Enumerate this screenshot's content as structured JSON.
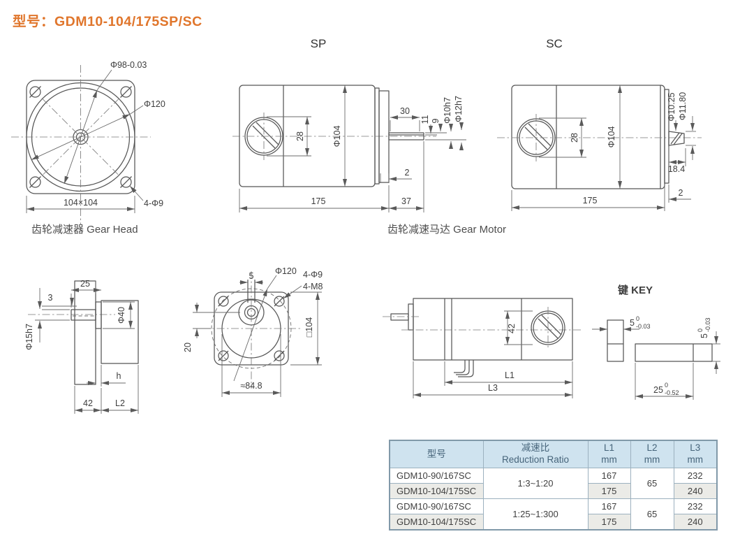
{
  "title": "型号：GDM10-104/175SP/SC",
  "labels": {
    "sp": "SP",
    "sc": "SC",
    "gear_head": "齿轮减速器 Gear Head",
    "gear_motor": "齿轮减速马达 Gear Motor",
    "key": "键  KEY"
  },
  "flange": {
    "spigot": "Φ98-0.03",
    "circle": "Φ120",
    "holes": "4-Φ9",
    "square": "104×104"
  },
  "sp": {
    "d28": "28",
    "d104": "Φ104",
    "d30": "30",
    "d11": "11",
    "d9": "9",
    "d10h7": "Φ10h7",
    "d12h7": "Φ12h7",
    "d2": "2",
    "d175": "175",
    "d37": "37"
  },
  "sc": {
    "d28": "28",
    "d104": "Φ104",
    "d1025": "Φ10.25",
    "d1180": "Φ11.80",
    "d184": "18.4",
    "d175": "175",
    "d2": "2"
  },
  "head": {
    "d25": "25",
    "d3": "3",
    "d40": "Φ40",
    "d15h7": "Φ15h7",
    "dh": "h",
    "d42": "42",
    "dl2": "L2"
  },
  "front": {
    "d5": "5",
    "d120": "Φ120",
    "holes": "4-Φ9",
    "taps": "4-M8",
    "d20": "20",
    "dsq": "□104",
    "d848": "≈84.8"
  },
  "motor": {
    "d42": "42",
    "dl1": "L1",
    "dl3": "L3"
  },
  "keydims": {
    "w": "5",
    "wt": "0",
    "wb": "-0.03",
    "h": "5",
    "ht": "0",
    "hb": "-0.03",
    "l": "25",
    "lt": "0",
    "lb": "-0.52"
  },
  "table": {
    "col_model": "型号",
    "col_ratio_cn": "减速比",
    "col_ratio_en": "Reduction Ratio",
    "col_l1": "L1",
    "col_l2": "L2",
    "col_l3": "L3",
    "unit": "mm",
    "groups": [
      {
        "ratio": "1:3~1:20",
        "l2": "65",
        "rows": [
          {
            "model": "GDM10-90/167SC",
            "l1": "167",
            "l3": "232"
          },
          {
            "model": "GDM10-104/175SC",
            "l1": "175",
            "l3": "240"
          }
        ]
      },
      {
        "ratio": "1:25~1:300",
        "l2": "65",
        "rows": [
          {
            "model": "GDM10-90/167SC",
            "l1": "167",
            "l3": "232"
          },
          {
            "model": "GDM10-104/175SC",
            "l1": "175",
            "l3": "240"
          }
        ]
      }
    ]
  },
  "colors": {
    "accent_orange": "#e0762c",
    "drawing_line": "#565656",
    "dim_line": "#6b6b6b",
    "table_header_bg": "#cfe3ef",
    "table_header_text": "#46647a",
    "table_border": "#9cb1bf",
    "table_alt_row_bg": "#ebebe7",
    "body_text": "#3f3f3f"
  }
}
